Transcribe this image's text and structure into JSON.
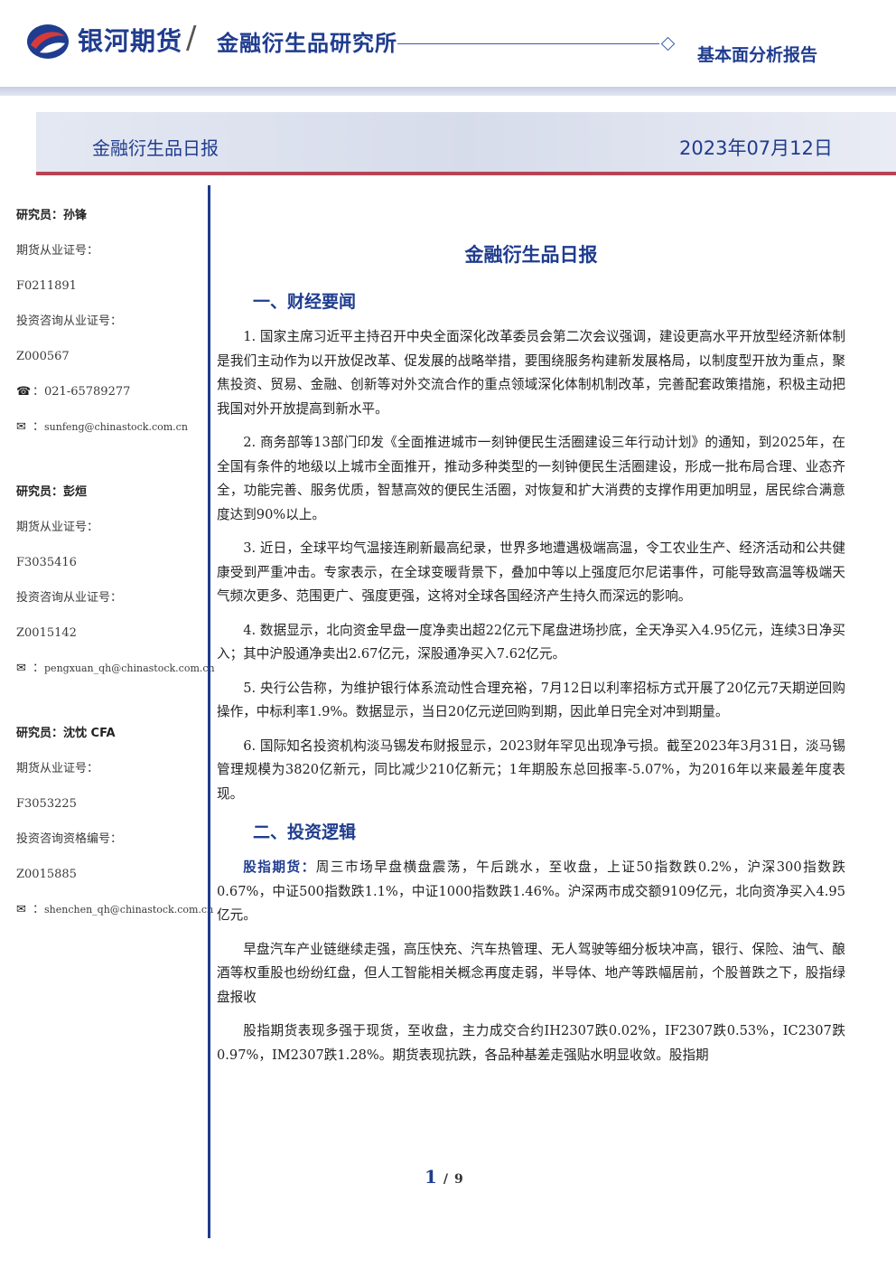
{
  "header": {
    "logo_text": "银河期货",
    "separator": "/",
    "institute": "金融衍生品研究所",
    "report_type": "基本面分析报告"
  },
  "banner": {
    "title": "金融衍生品日报",
    "date": "2023年07月12日"
  },
  "colors": {
    "brand_blue": "#1f3c8f",
    "accent_red": "#b84353"
  },
  "sidebar": {
    "researchers": [
      {
        "title": "研究员：孙锋",
        "futures_label": "期货从业证号：",
        "futures_no": "F0211891",
        "consult_label": "投资咨询从业证号：",
        "consult_no": "Z000567",
        "phone": "021-65789277",
        "email": "sunfeng@chinastock.com.cn"
      },
      {
        "title": "研究员：彭烜",
        "futures_label": "期货从业证号：",
        "futures_no": "F3035416",
        "consult_label": "投资咨询从业证号：",
        "consult_no": "Z0015142",
        "email": "pengxuan_qh@chinastock.com.cn"
      },
      {
        "title": "研究员：沈忱 CFA",
        "futures_label": "期货从业证号：",
        "futures_no": "F3053225",
        "consult_label": "投资咨询资格编号：",
        "consult_no": "Z0015885",
        "email": "shenchen_qh@chinastock.com.cn"
      }
    ],
    "phone_icon": "phone-icon",
    "email_icon": "email-icon",
    "icon_suffix": "："
  },
  "main": {
    "title": "金融衍生品日报",
    "section1_title": "一、财经要闻",
    "news": [
      "1. 国家主席习近平主持召开中央全面深化改革委员会第二次会议强调，建设更高水平开放型经济新体制是我们主动作为以开放促改革、促发展的战略举措，要围绕服务构建新发展格局，以制度型开放为重点，聚焦投资、贸易、金融、创新等对外交流合作的重点领域深化体制机制改革，完善配套政策措施，积极主动把我国对外开放提高到新水平。",
      "2. 商务部等13部门印发《全面推进城市一刻钟便民生活圈建设三年行动计划》的通知，到2025年，在全国有条件的地级以上城市全面推开，推动多种类型的一刻钟便民生活圈建设，形成一批布局合理、业态齐全，功能完善、服务优质，智慧高效的便民生活圈，对恢复和扩大消费的支撑作用更加明显，居民综合满意度达到90%以上。",
      "3. 近日，全球平均气温接连刷新最高纪录，世界多地遭遇极端高温，令工农业生产、经济活动和公共健康受到严重冲击。专家表示，在全球变暖背景下，叠加中等以上强度厄尔尼诺事件，可能导致高温等极端天气频次更多、范围更广、强度更强，这将对全球各国经济产生持久而深远的影响。",
      "4. 数据显示，北向资金早盘一度净卖出超22亿元下尾盘进场抄底，全天净买入4.95亿元，连续3日净买入；其中沪股通净卖出2.67亿元，深股通净买入7.62亿元。",
      "5. 央行公告称，为维护银行体系流动性合理充裕，7月12日以利率招标方式开展了20亿元7天期逆回购操作，中标利率1.9%。数据显示，当日20亿元逆回购到期，因此单日完全对冲到期量。",
      "6. 国际知名投资机构淡马锡发布财报显示，2023财年罕见出现净亏损。截至2023年3月31日，淡马锡管理规模为3820亿新元，同比减少210亿新元；1年期股东总回报率-5.07%，为2016年以来最差年度表现。"
    ],
    "section2_title": "二、投资逻辑",
    "logic_label": "股指期货：",
    "logic_p1": "周三市场早盘横盘震荡，午后跳水，至收盘，上证50指数跌0.2%，沪深300指数跌0.67%，中证500指数跌1.1%，中证1000指数跌1.46%。沪深两市成交额9109亿元，北向资净买入4.95亿元。",
    "logic_p2": "早盘汽车产业链继续走强，高压快充、汽车热管理、无人驾驶等细分板块冲高，银行、保险、油气、酿酒等权重股也纷纷红盘，但人工智能相关概念再度走弱，半导体、地产等跌幅居前，个股普跌之下，股指绿盘报收",
    "logic_p3": "股指期货表现多强于现货，至收盘，主力成交合约IH2307跌0.02%，IF2307跌0.53%，IC2307跌0.97%，IM2307跌1.28%。期货表现抗跌，各品种基差走强贴水明显收敛。股指期"
  },
  "footer": {
    "page": "1",
    "separator": "/",
    "total": "9"
  }
}
